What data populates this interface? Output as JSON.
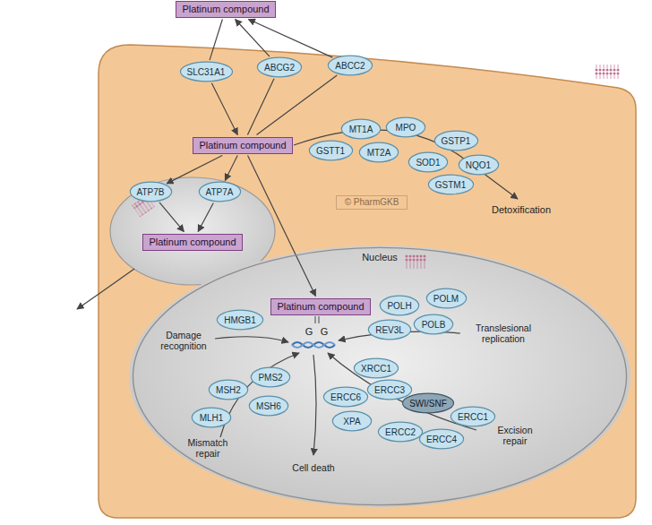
{
  "diagram": {
    "nodes": [
      {
        "text": [
          "Platinum compound"
        ]
      },
      {
        "text": [
          "SLC31A1"
        ]
      },
      {
        "text": [
          "ABCG2"
        ]
      },
      {
        "text": [
          "ABCC2"
        ]
      },
      {
        "text": [
          "Platinum compound"
        ]
      },
      {
        "text": [
          "MT1A"
        ]
      },
      {
        "text": [
          "MPO"
        ]
      },
      {
        "text": [
          "GSTP1"
        ]
      },
      {
        "text": [
          "GSTT1"
        ]
      },
      {
        "text": [
          "MT2A"
        ]
      },
      {
        "text": [
          "SOD1"
        ]
      },
      {
        "text": [
          "NQO1"
        ]
      },
      {
        "text": [
          "GSTM1"
        ]
      },
      {
        "text": [
          "ATP7B"
        ]
      },
      {
        "text": [
          "ATP7A"
        ]
      },
      {
        "text": [
          "Platinum compound"
        ]
      },
      {
        "text": [
          "Nucleus"
        ]
      },
      {
        "text": [
          "Platinum compound"
        ],
        "in": 16
      },
      {
        "text": [
          "POLH"
        ],
        "in": 16
      },
      {
        "text": [
          "POLM"
        ],
        "in": 16
      },
      {
        "text": [
          "POLB"
        ],
        "in": 16
      },
      {
        "text": [
          "REV3L"
        ],
        "in": 16
      },
      {
        "text": [
          "HMGB1"
        ],
        "in": 16
      },
      {
        "text": [
          "MSH2"
        ],
        "in": 16
      },
      {
        "text": [
          "PMS2"
        ],
        "in": 16
      },
      {
        "text": [
          "MLH1"
        ],
        "in": 16
      },
      {
        "text": [
          "MSH6"
        ],
        "in": 16
      },
      {
        "text": [
          "XRCC1"
        ],
        "in": 16
      },
      {
        "text": [
          "ERCC3"
        ],
        "in": 16
      },
      {
        "text": [
          "ERCC6"
        ],
        "in": 16
      },
      {
        "text": [
          "SWI/SNF"
        ],
        "in": 16
      },
      {
        "text": [
          "XPA"
        ],
        "in": 16
      },
      {
        "text": [
          "ERCC1"
        ],
        "in": 16
      },
      {
        "text": [
          "ERCC2"
        ],
        "in": 16
      },
      {
        "text": [
          "ERCC4"
        ],
        "in": 16
      }
    ],
    "edges": [
      {
        "from": 0,
        "to": 1,
        "arrow": "none"
      },
      {
        "from": 1,
        "to": 4,
        "arrow": "to"
      },
      {
        "from": 4,
        "to": 2,
        "arrow": "none"
      },
      {
        "from": 2,
        "to": 0,
        "arrow": "to"
      },
      {
        "from": 4,
        "to": 3,
        "arrow": "none"
      },
      {
        "from": 3,
        "to": 0,
        "arrow": "to"
      },
      {
        "from": 4,
        "to": 13,
        "arrow": "to"
      },
      {
        "from": 4,
        "to": 14,
        "arrow": "to"
      },
      {
        "from": 13,
        "to": 15,
        "arrow": "to"
      },
      {
        "from": 14,
        "to": 15,
        "arrow": "to"
      },
      {
        "from": 4,
        "to": 17,
        "arrow": "to"
      }
    ],
    "labels": [
      "Detoxification",
      "© PharmGKB",
      "Damage recognition",
      "Translesional replication",
      "Mismatch repair",
      "Excision repair",
      "Cell death",
      "G",
      "G"
    ]
  }
}
